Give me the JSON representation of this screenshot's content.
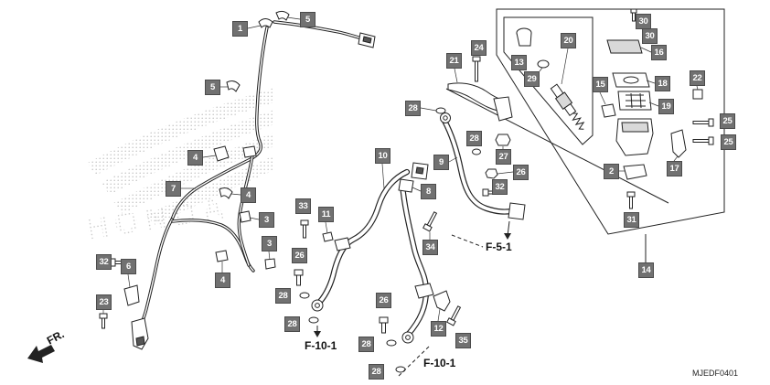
{
  "callouts": [
    "1",
    "5",
    "5",
    "4",
    "7",
    "4",
    "3",
    "3",
    "4",
    "32",
    "6",
    "23",
    "33",
    "11",
    "26",
    "28",
    "28",
    "10",
    "8",
    "9",
    "28",
    "28",
    "26",
    "32",
    "27",
    "34",
    "21",
    "24",
    "26",
    "28",
    "28",
    "12",
    "35",
    "13",
    "29",
    "20",
    "30",
    "30",
    "16",
    "18",
    "15",
    "19",
    "22",
    "25",
    "25",
    "2",
    "17",
    "31",
    "14"
  ],
  "references": [
    "F-5-1",
    "F-10-1",
    "F-10-1"
  ],
  "direction_label": "FR.",
  "diagram_code": "MJEDF0401",
  "watermark": {
    "logo_text": "HONDA"
  },
  "icons": {
    "direction": "fr-arrow-icon"
  },
  "colors": {
    "callout_fill": "#717171",
    "callout_text": "#ffffff",
    "line": "#222222",
    "watermark": "#c8c8c8"
  }
}
